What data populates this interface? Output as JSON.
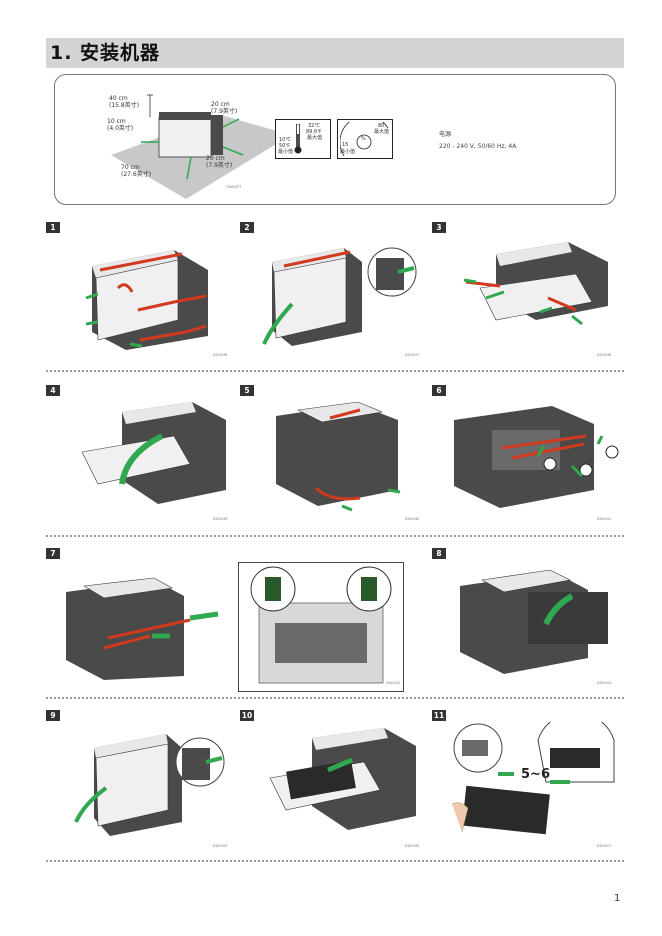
{
  "page_title": "1. 安装机器",
  "spec": {
    "dims": {
      "top": "40 cm\n(15.8英寸)",
      "left": "10 cm\n(4.0英寸)",
      "right_top": "20 cm\n(7.9英寸)",
      "right_bottom": "20 cm\n(7.9英寸)",
      "front": "70 cm\n(27.6英寸)"
    },
    "dims_code": "DSG077",
    "temperature": {
      "max_c": "32℃",
      "max_f": "89.6℉",
      "max_label": "最大值",
      "min_c": "10℃",
      "min_f": "50℉",
      "min_label": "最小值"
    },
    "humidity": {
      "max": "80",
      "max_label": "最大值",
      "min": "15",
      "min_label": "最小值",
      "unit": "%"
    },
    "power_label": "电源",
    "power_value": "220 - 240 V, 50/60 Hz, 4A"
  },
  "steps": [
    {
      "num": "1",
      "code": "DSG036"
    },
    {
      "num": "2",
      "code": "DSG037"
    },
    {
      "num": "3",
      "code": "DSG038"
    },
    {
      "num": "4",
      "code": "DSG039"
    },
    {
      "num": "5",
      "code": "DSG040"
    },
    {
      "num": "6",
      "code": "DSG041"
    },
    {
      "num": "7",
      "code": "DSG042"
    },
    {
      "num": "8",
      "code": "DSG044"
    },
    {
      "num": "9",
      "code": "DSG043"
    },
    {
      "num": "10",
      "code": "DSG045"
    },
    {
      "num": "11",
      "code": "DSG017",
      "shake_label": "5~6"
    }
  ],
  "page_number": "1",
  "colors": {
    "printer_dark": "#4a4a4a",
    "printer_light": "#f0f0f0",
    "tape_red": "#d13a1e",
    "arrow_green": "#2fa84f",
    "title_bar": "#d4d4d4"
  }
}
